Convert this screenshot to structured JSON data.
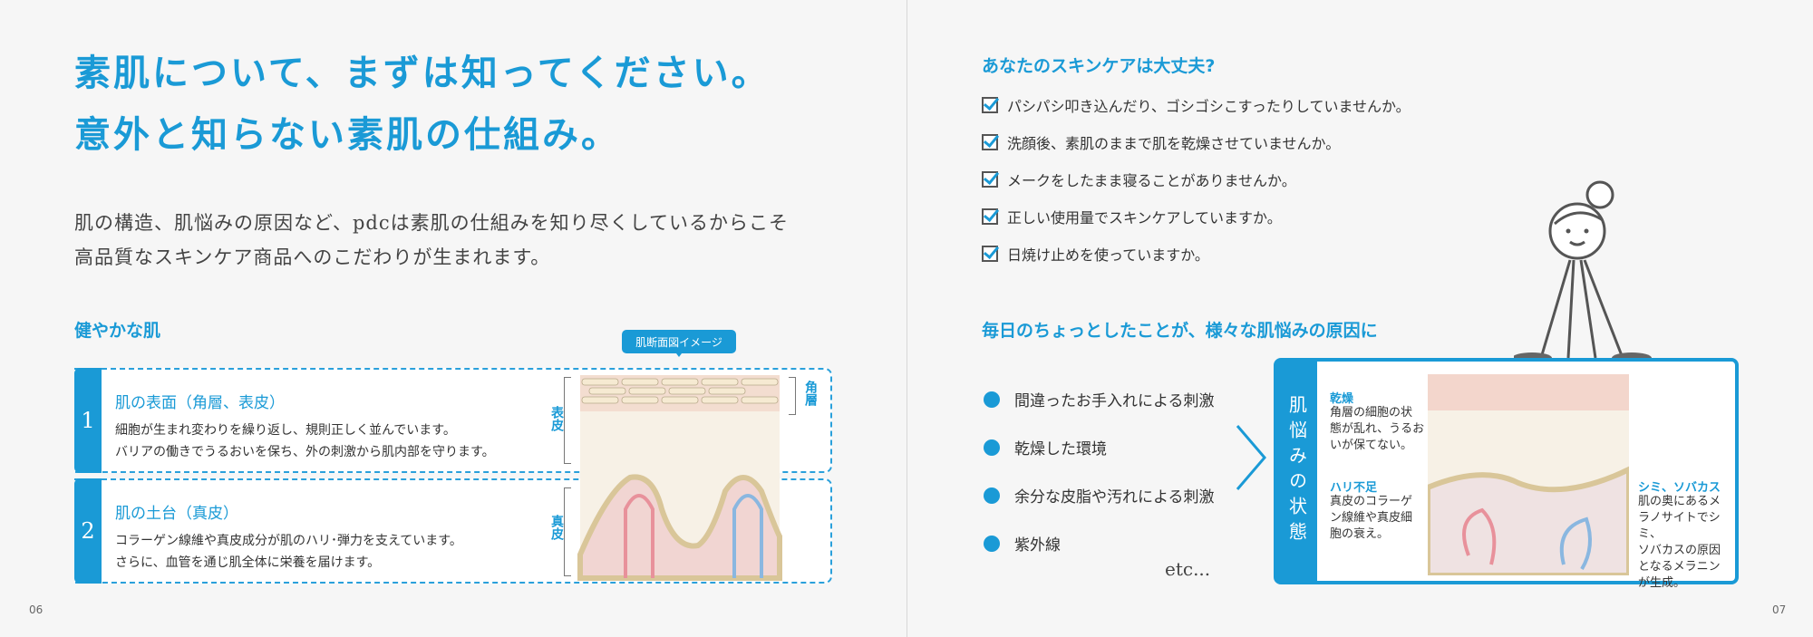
{
  "left_page": {
    "title_lines": [
      "素肌について、まずは知ってください。",
      "意外と知らない素肌の仕組み。"
    ],
    "lead_lines": [
      "肌の構造、肌悩みの原因など、pdcは素肌の仕組みを知り尽くしているからこそ",
      "高品質なスキンケア商品へのこだわりが生まれます。"
    ],
    "section_heading": "健やかな肌",
    "diagram_label": "肌断面図イメージ",
    "layer_labels": {
      "epidermis": "表皮",
      "stratum_corneum": "角層",
      "dermis": "真皮"
    },
    "items": [
      {
        "number": "1",
        "heading": "肌の表面（角層、表皮）",
        "lines": [
          "細胞が生まれ変わりを繰り返し、規則正しく並んでいます。",
          "バリアの働きでうるおいを保ち、外の刺激から肌内部を守ります。"
        ]
      },
      {
        "number": "2",
        "heading": "肌の土台（真皮）",
        "lines": [
          "コラーゲン線維や真皮成分が肌のハリ･弾力を支えています。",
          "さらに、血管を通じ肌全体に栄養を届けます。"
        ]
      }
    ],
    "page_number": "06"
  },
  "right_page": {
    "check_heading": "あなたのスキンケアは大丈夫?",
    "checklist": [
      "パシパシ叩き込んだり、ゴシゴシこすったりしていませんか。",
      "洗顔後、素肌のままで肌を乾燥させていませんか。",
      "メークをしたまま寝ることがありませんか。",
      "正しい使用量でスキンケアしていますか。",
      "日焼け止めを使っていますか。"
    ],
    "cause_heading": "毎日のちょっとしたことが、様々な肌悩みの原因に",
    "causes": [
      "間違ったお手入れによる刺激",
      "乾燥した環境",
      "余分な皮脂や汚れによる刺激",
      "紫外線"
    ],
    "etc": "etc...",
    "state_tab": "肌悩みの状態",
    "states": [
      {
        "heading": "乾燥",
        "lines": [
          "角層の細胞の状",
          "態が乱れ、うるお",
          "いが保てない。"
        ]
      },
      {
        "heading": "ハリ不足",
        "lines": [
          "真皮のコラーゲ",
          "ン線維や真皮細",
          "胞の衰え。"
        ]
      },
      {
        "heading": "シミ、ソバカス",
        "lines": [
          "肌の奥にあるメ",
          "ラノサイトでシミ、",
          "ソバカスの原因",
          "となるメラニン",
          "が生成。"
        ]
      }
    ],
    "page_number": "07"
  },
  "colors": {
    "accent": "#1a9ad6"
  }
}
